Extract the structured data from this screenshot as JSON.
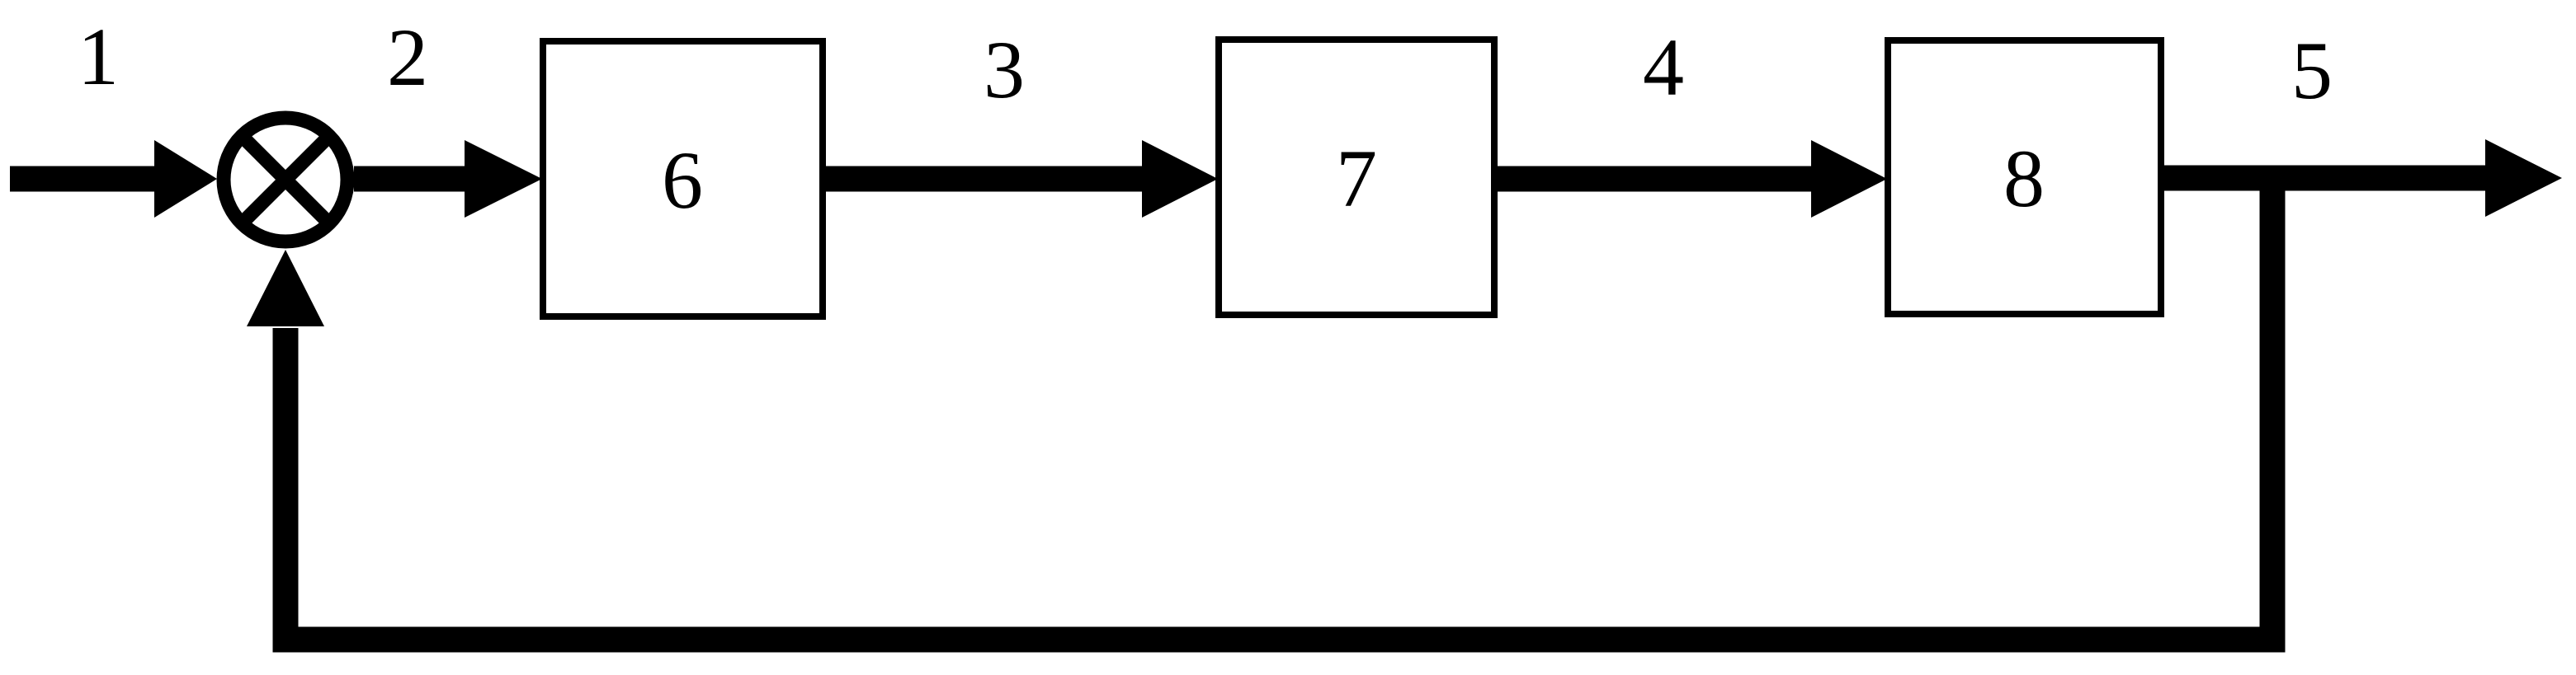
{
  "diagram": {
    "colors": {
      "ink": "#000000",
      "background": "#ffffff"
    },
    "signals": [
      {
        "id": "signal-1",
        "label": "1"
      },
      {
        "id": "signal-2",
        "label": "2"
      },
      {
        "id": "signal-3",
        "label": "3"
      },
      {
        "id": "signal-4",
        "label": "4"
      },
      {
        "id": "signal-5",
        "label": "5"
      }
    ],
    "blocks": [
      {
        "id": "block-6",
        "label": "6"
      },
      {
        "id": "block-7",
        "label": "7"
      },
      {
        "id": "block-8",
        "label": "8"
      }
    ],
    "junction": {
      "type": "summing-junction",
      "symbol": "circle-with-x"
    },
    "connections": [
      {
        "from": "input",
        "to": "summing-junction",
        "signal": "1"
      },
      {
        "from": "summing-junction",
        "to": "block-6",
        "signal": "2"
      },
      {
        "from": "block-6",
        "to": "block-7",
        "signal": "3"
      },
      {
        "from": "block-7",
        "to": "block-8",
        "signal": "4"
      },
      {
        "from": "block-8",
        "to": "output",
        "signal": "5"
      },
      {
        "from": "block-8-output-tap",
        "to": "summing-junction",
        "type": "feedback"
      }
    ]
  }
}
